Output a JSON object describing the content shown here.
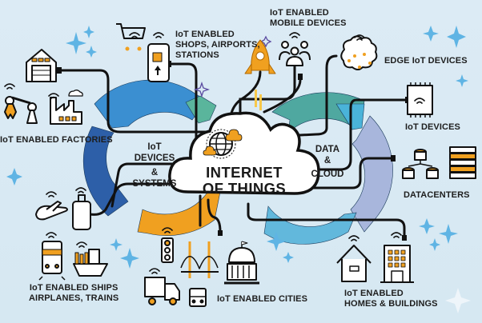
{
  "diagram": {
    "title": "Internet of Things",
    "center": {
      "line1": "INTERNET",
      "line2": "OF THINGS",
      "icon": "globe-cloud-icon"
    },
    "rings": [
      {
        "id": "left",
        "label_lines": [
          "IoT",
          "DEVICES",
          "&",
          "SYSTEMS"
        ],
        "segment_colors": [
          "#3b8fd1",
          "#2d5fa8",
          "#f0a020",
          "#5ab59c"
        ]
      },
      {
        "id": "right",
        "label_lines": [
          "DATA",
          "&",
          "CLOUD"
        ],
        "segment_colors": [
          "#4fa8a0",
          "#4ab3d9",
          "#a8b6dc",
          "#62b8dc"
        ]
      }
    ],
    "nodes": [
      {
        "id": "factories",
        "label_lines": [
          "IoT ENABLED FACTORIES"
        ],
        "icons": [
          "warehouse-icon",
          "robot-arm-icon",
          "factory-icon"
        ]
      },
      {
        "id": "shops",
        "label_lines": [
          "IoT ENABLED",
          "SHOPS, AIRPORTS,",
          "STATIONS"
        ],
        "icons": [
          "shopping-cart-icon",
          "smartphone-icon"
        ]
      },
      {
        "id": "mobile",
        "label_lines": [
          "IoT ENABLED",
          "MOBILE DEVICES"
        ],
        "icons": [
          "rocket-icon",
          "user-group-icon"
        ]
      },
      {
        "id": "edge",
        "label_lines": [
          "EDGE IoT DEVICES"
        ],
        "icons": [
          "brain-circuit-icon"
        ]
      },
      {
        "id": "iot-devices",
        "label_lines": [
          "IoT DEVICES"
        ],
        "icons": [
          "chip-icon"
        ]
      },
      {
        "id": "datacenters",
        "label_lines": [
          "DATACENTERS"
        ],
        "icons": [
          "database-network-icon",
          "server-rack-icon"
        ]
      },
      {
        "id": "homes",
        "label_lines": [
          "IoT ENABLED",
          "HOMES & BUILDINGS"
        ],
        "icons": [
          "house-icon",
          "office-building-icon"
        ]
      },
      {
        "id": "cities",
        "label_lines": [
          "IoT ENABLED CITIES"
        ],
        "icons": [
          "traffic-light-icon",
          "bridge-icon",
          "capitol-icon",
          "truck-icon",
          "bus-icon"
        ]
      },
      {
        "id": "transport",
        "label_lines": [
          "IoT ENABLED SHIPS",
          "AIRPLANES, TRAINS"
        ],
        "icons": [
          "airplane-icon",
          "luggage-icon",
          "train-icon",
          "ship-icon"
        ]
      }
    ],
    "colors": {
      "background": "#dbeaf4",
      "line": "#111111",
      "accent_orange": "#f0a020",
      "sparkle_blue": "#5fb4e4",
      "cloud_fill": "#ffffff"
    }
  }
}
